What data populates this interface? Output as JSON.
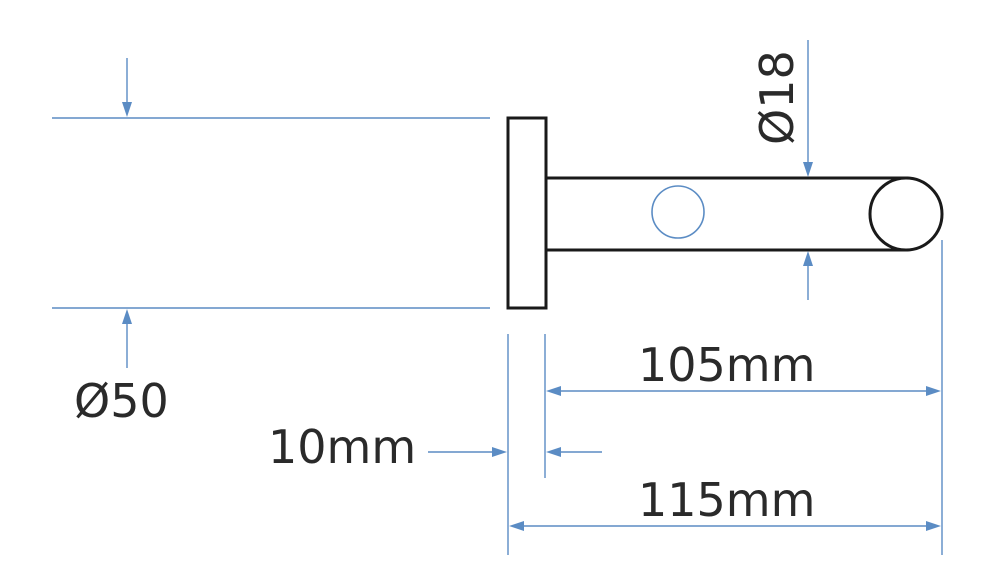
{
  "dimensions": {
    "plate_diameter": "Ø50",
    "rod_diameter": "Ø18",
    "plate_thickness": "10mm",
    "rod_length": "105mm",
    "total_length": "115mm"
  },
  "colors": {
    "dimension_line": "#5b8cc4",
    "part_outline": "#1a1a1a",
    "text": "#2a2a2a"
  }
}
